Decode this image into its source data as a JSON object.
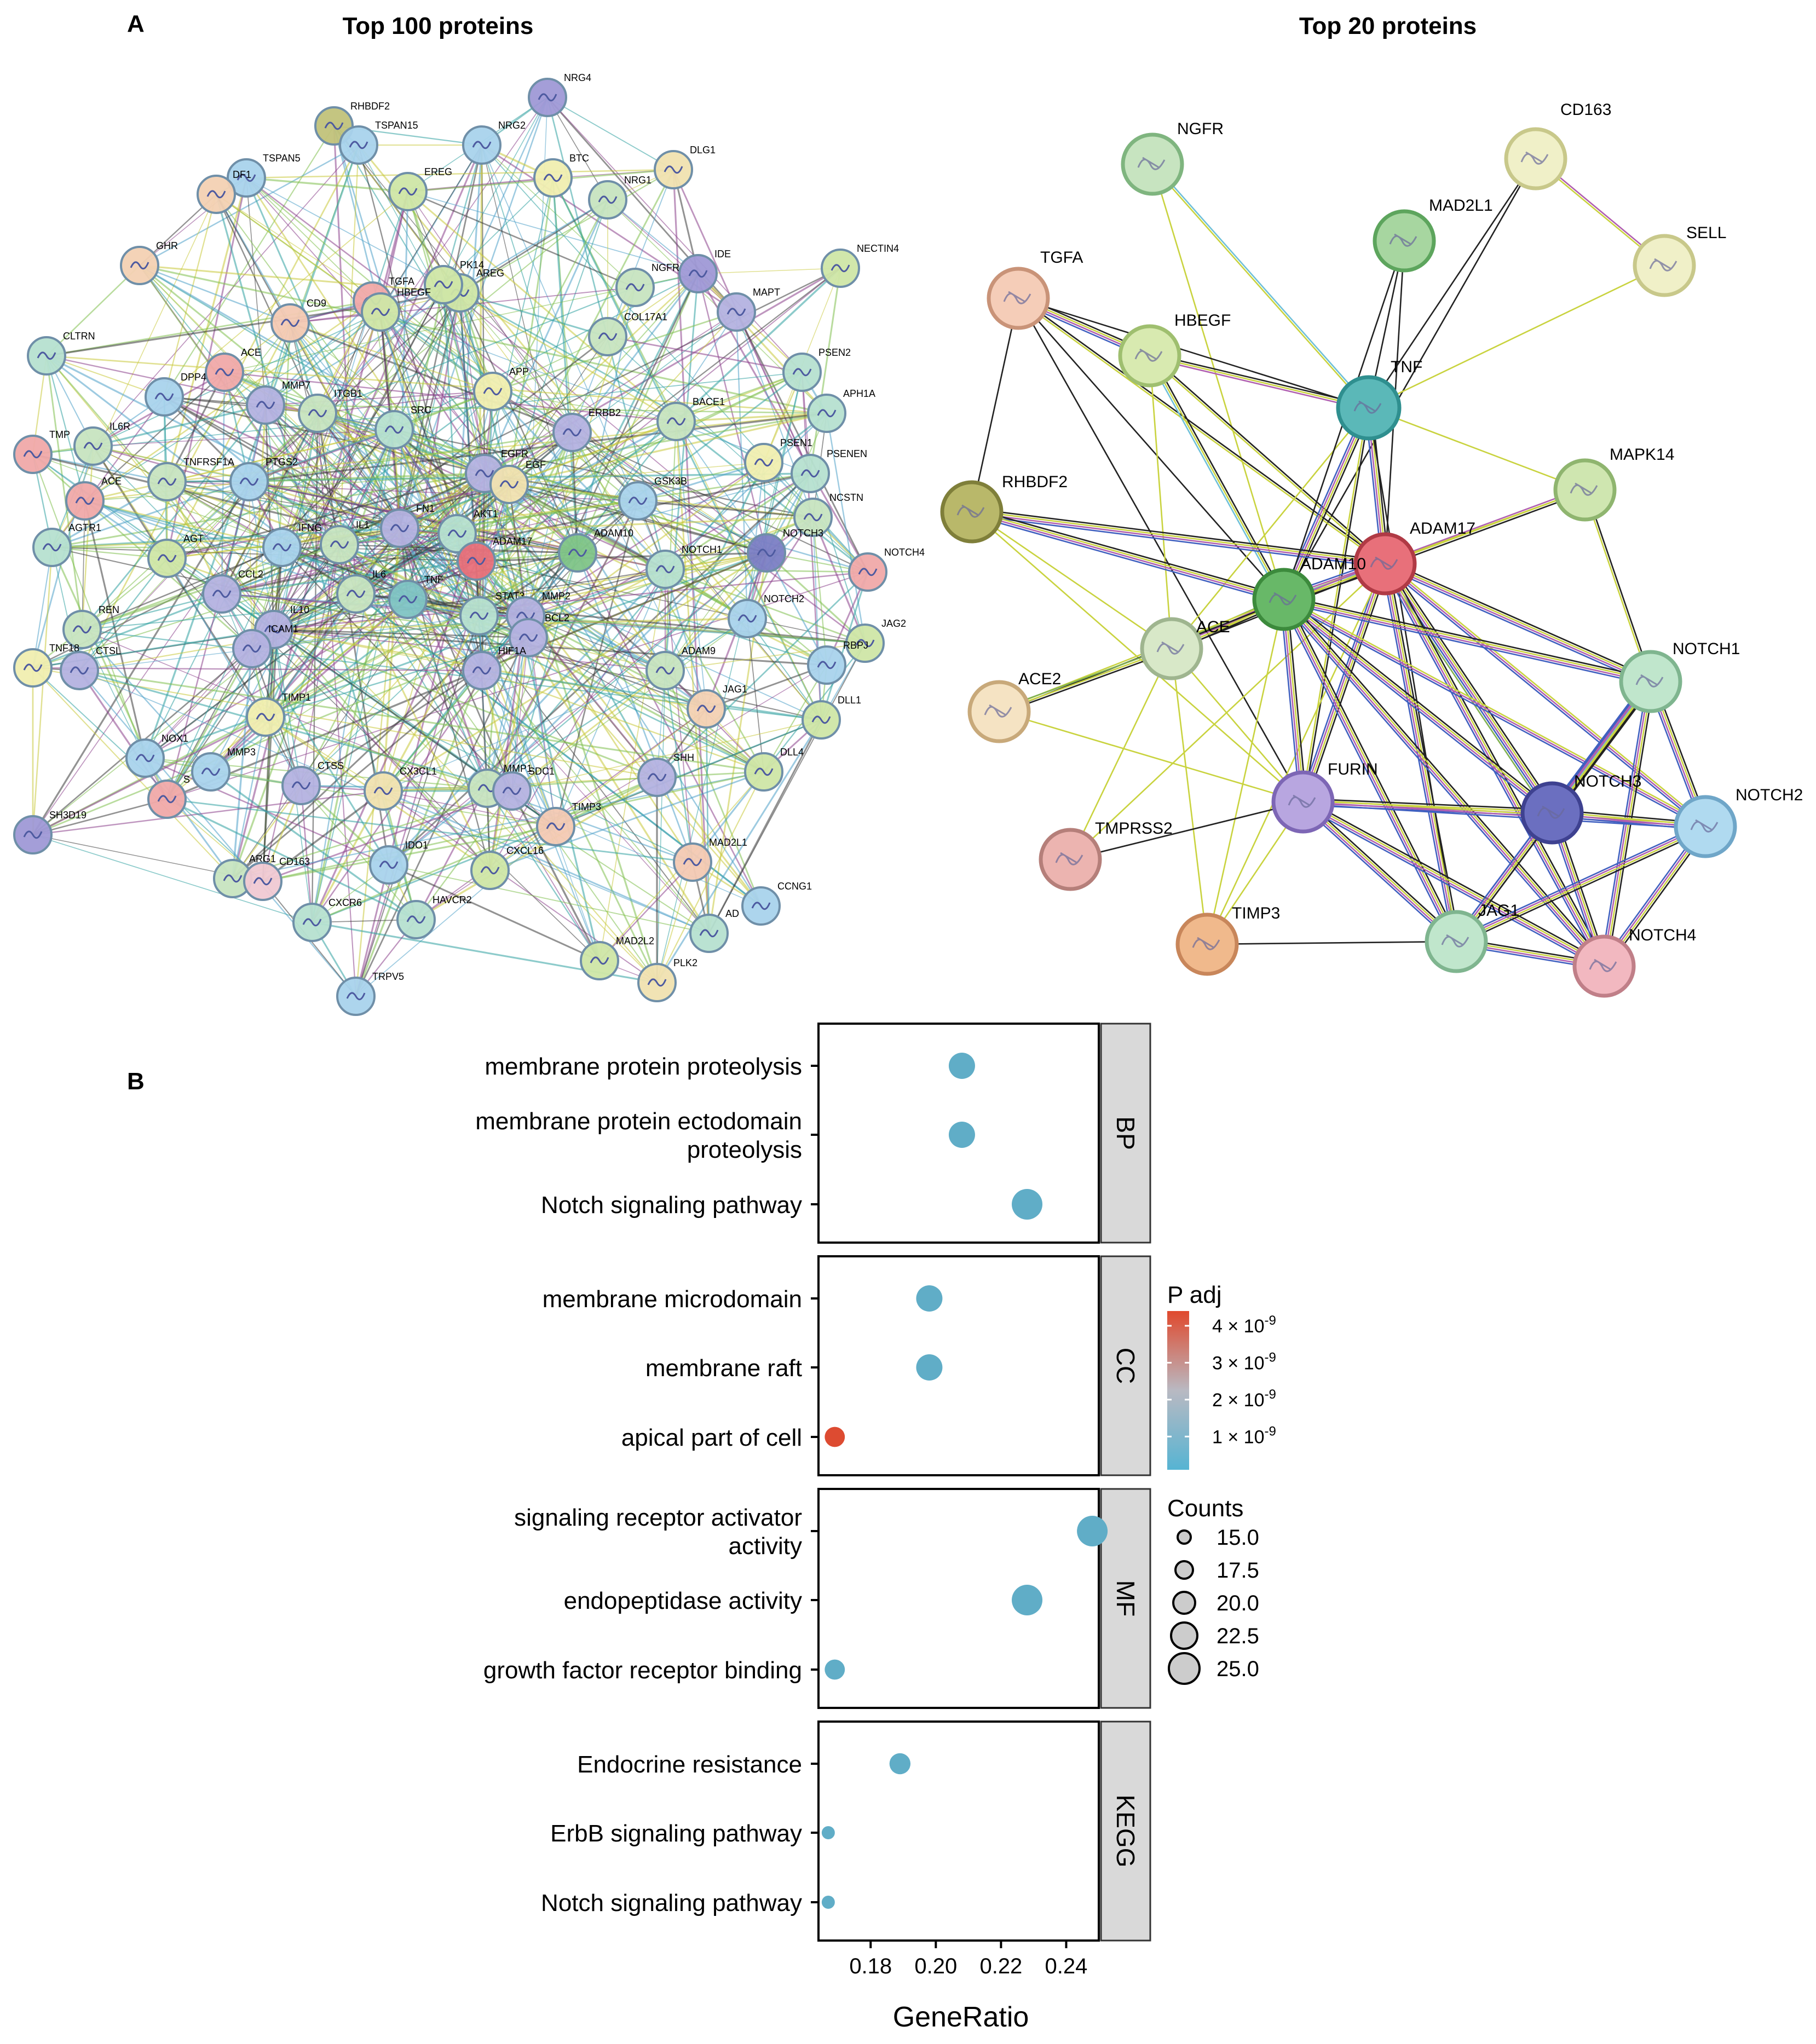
{
  "panel_a": {
    "label": "A",
    "left_title": "Top 100 proteins",
    "right_title": "Top 20 proteins",
    "left_network": {
      "nodes": [
        {
          "label": "NRG4",
          "color": "#9f99d6"
        },
        {
          "label": "RHBDF2",
          "color": "#c1c27a"
        },
        {
          "label": "TSPAN15",
          "color": "#a9d3ec"
        },
        {
          "label": "NRG2",
          "color": "#a9d3ec"
        },
        {
          "label": "TSPAN5",
          "color": "#a9d3ec"
        },
        {
          "label": "DF1",
          "color": "#f3d1b3"
        },
        {
          "label": "BTC",
          "color": "#f0eeb0"
        },
        {
          "label": "DLG1",
          "color": "#f0e2b0"
        },
        {
          "label": "EREG",
          "color": "#cfe6a6"
        },
        {
          "label": "NRG1",
          "color": "#c7e4c0"
        },
        {
          "label": "GHR",
          "color": "#f3d1b3"
        },
        {
          "label": "IDE",
          "color": "#9f99d6"
        },
        {
          "label": "NECTIN4",
          "color": "#cfe6a6"
        },
        {
          "label": "TGFA",
          "color": "#f0a9a9"
        },
        {
          "label": "AREG",
          "color": "#cfe6a6"
        },
        {
          "label": "PK14",
          "color": "#cfe6a6"
        },
        {
          "label": "NGFR",
          "color": "#c7e4c0"
        },
        {
          "label": "MAPT",
          "color": "#b4b2e0"
        },
        {
          "label": "CD9",
          "color": "#f3c9b3"
        },
        {
          "label": "HBEGF",
          "color": "#cfe6a6"
        },
        {
          "label": "COL17A1",
          "color": "#c7e4c0"
        },
        {
          "label": "CLTRN",
          "color": "#b6e0d0"
        },
        {
          "label": "ACE",
          "color": "#f0a9a9"
        },
        {
          "label": "PSEN2",
          "color": "#b6e0d0"
        },
        {
          "label": "DPP4",
          "color": "#a9d3ec"
        },
        {
          "label": "MMP7",
          "color": "#b4b2e0"
        },
        {
          "label": "ITGB1",
          "color": "#c7e4c0"
        },
        {
          "label": "APP",
          "color": "#f0eeb0"
        },
        {
          "label": "APH1A",
          "color": "#b6e0d0"
        },
        {
          "label": "TMP",
          "color": "#f0a9a9"
        },
        {
          "label": "IL6R",
          "color": "#c7e4c0"
        },
        {
          "label": "SRC",
          "color": "#b6e0d0"
        },
        {
          "label": "ERBB2",
          "color": "#b4b2e0"
        },
        {
          "label": "BACE1",
          "color": "#c7e4c0"
        },
        {
          "label": "TNFRSF1A",
          "color": "#c7e4c0"
        },
        {
          "label": "PTGS2",
          "color": "#a9d3ec"
        },
        {
          "label": "EGFR",
          "color": "#b4b2e0"
        },
        {
          "label": "PSEN1",
          "color": "#f0eeb0"
        },
        {
          "label": "PSENEN",
          "color": "#b6e0d0"
        },
        {
          "label": "ACE",
          "color": "#f0a9a9"
        },
        {
          "label": "EGF",
          "color": "#f0e2b0"
        },
        {
          "label": "GSK3B",
          "color": "#a9d3ec"
        },
        {
          "label": "AGTR1",
          "color": "#b6e0d0"
        },
        {
          "label": "AGT",
          "color": "#cfe6a6"
        },
        {
          "label": "FN1",
          "color": "#b4b2e0"
        },
        {
          "label": "AKT1",
          "color": "#b6e0d0"
        },
        {
          "label": "NCSTN",
          "color": "#c7e4c0"
        },
        {
          "label": "IFNG",
          "color": "#a9d3ec"
        },
        {
          "label": "IL1",
          "color": "#c7e4c0"
        },
        {
          "label": "ADAM17",
          "color": "#e8707a"
        },
        {
          "label": "ADAM10",
          "color": "#7fc488"
        },
        {
          "label": "NOTCH1",
          "color": "#b6e0d0"
        },
        {
          "label": "NOTCH3",
          "color": "#7b7ec4"
        },
        {
          "label": "NOTCH4",
          "color": "#f0a9a9"
        },
        {
          "label": "CCL2",
          "color": "#b4b2e0"
        },
        {
          "label": "IL6",
          "color": "#c7e4c0"
        },
        {
          "label": "TNF",
          "color": "#7fc4c4"
        },
        {
          "label": "REN",
          "color": "#c7e4c0"
        },
        {
          "label": "IL10",
          "color": "#b4b2e0"
        },
        {
          "label": "STAT3",
          "color": "#b6e0d0"
        },
        {
          "label": "MMP2",
          "color": "#b4b2e0"
        },
        {
          "label": "BCL2",
          "color": "#b4b2e0"
        },
        {
          "label": "NOTCH2",
          "color": "#a9d3ec"
        },
        {
          "label": "JAG2",
          "color": "#cfe6a6"
        },
        {
          "label": "ICAM1",
          "color": "#b4b2e0"
        },
        {
          "label": "RBPJ",
          "color": "#a9d3ec"
        },
        {
          "label": "TNF18",
          "color": "#f0eeb0"
        },
        {
          "label": "CTSL",
          "color": "#b4b2e0"
        },
        {
          "label": "HIF1A",
          "color": "#b4b2e0"
        },
        {
          "label": "ADAM9",
          "color": "#c7e4c0"
        },
        {
          "label": "TIMP1",
          "color": "#f0eeb0"
        },
        {
          "label": "JAG1",
          "color": "#f3d1b3"
        },
        {
          "label": "DLL1",
          "color": "#cfe6a6"
        },
        {
          "label": "NOX1",
          "color": "#a9d3ec"
        },
        {
          "label": "MMP3",
          "color": "#a9d3ec"
        },
        {
          "label": "CTSS",
          "color": "#b4b2e0"
        },
        {
          "label": "CX3CL1",
          "color": "#f0e2b0"
        },
        {
          "label": "MMP1",
          "color": "#c7e4c0"
        },
        {
          "label": "SDC1",
          "color": "#b4b2e0"
        },
        {
          "label": "SHH",
          "color": "#b4b2e0"
        },
        {
          "label": "DLL4",
          "color": "#cfe6a6"
        },
        {
          "label": "S",
          "color": "#f0a9a9"
        },
        {
          "label": "TIMP3",
          "color": "#f3c9b3"
        },
        {
          "label": "SH3D19",
          "color": "#9f99d6"
        },
        {
          "label": "MAD2L1",
          "color": "#f3c9b3"
        },
        {
          "label": "ARG1",
          "color": "#c7e4c0"
        },
        {
          "label": "CD163",
          "color": "#f0c9d3"
        },
        {
          "label": "IDO1",
          "color": "#a9d3ec"
        },
        {
          "label": "CXCL16",
          "color": "#cfe6a6"
        },
        {
          "label": "CCNG1",
          "color": "#a9d3ec"
        },
        {
          "label": "AD",
          "color": "#b6e0d0"
        },
        {
          "label": "CXCR6",
          "color": "#b6e0d0"
        },
        {
          "label": "HAVCR2",
          "color": "#b6e0d0"
        },
        {
          "label": "MAD2L2",
          "color": "#cfe6a6"
        },
        {
          "label": "PLK2",
          "color": "#f0e2b0"
        },
        {
          "label": "TRPV5",
          "color": "#a9d3ec"
        }
      ]
    },
    "right_network": {
      "nodes": [
        {
          "label": "NGFR",
          "color": "#c7e4c0",
          "stroke": "#7fb57f"
        },
        {
          "label": "CD163",
          "color": "#f0f0c8",
          "stroke": "#c8c88a"
        },
        {
          "label": "MAD2L1",
          "color": "#a7d6a0",
          "stroke": "#5da55d"
        },
        {
          "label": "SELL",
          "color": "#f0f0c8",
          "stroke": "#c8c88a"
        },
        {
          "label": "TGFA",
          "color": "#f5cdb8",
          "stroke": "#c99378"
        },
        {
          "label": "HBEGF",
          "color": "#d8eab0",
          "stroke": "#9fbf6f"
        },
        {
          "label": "TNF",
          "color": "#5bb8b8",
          "stroke": "#2f8f8f"
        },
        {
          "label": "MAPK14",
          "color": "#cfe6b0",
          "stroke": "#8fb56f"
        },
        {
          "label": "RHBDF2",
          "color": "#b9b86a",
          "stroke": "#7f7f3a"
        },
        {
          "label": "ADAM17",
          "color": "#e8707a",
          "stroke": "#b03a45"
        },
        {
          "label": "ADAM10",
          "color": "#68b868",
          "stroke": "#3c8a3c"
        },
        {
          "label": "ACE",
          "color": "#d8e8c8",
          "stroke": "#9fb58f"
        },
        {
          "label": "NOTCH1",
          "color": "#c0e6cc",
          "stroke": "#7fb58f"
        },
        {
          "label": "ACE2",
          "color": "#f5e3c3",
          "stroke": "#c8a97a"
        },
        {
          "label": "FURIN",
          "color": "#b8a6e0",
          "stroke": "#7d66b5"
        },
        {
          "label": "NOTCH3",
          "color": "#6b6fc0",
          "stroke": "#3e4190"
        },
        {
          "label": "NOTCH2",
          "color": "#b0daf0",
          "stroke": "#6fa6c8"
        },
        {
          "label": "TMPRSS2",
          "color": "#ecb4b0",
          "stroke": "#b57f7a"
        },
        {
          "label": "TIMP3",
          "color": "#f0b98c",
          "stroke": "#c8865a"
        },
        {
          "label": "JAG1",
          "color": "#c0e6cc",
          "stroke": "#7fb58f"
        },
        {
          "label": "NOTCH4",
          "color": "#f2b8c0",
          "stroke": "#c07f88"
        }
      ],
      "edge_colors": [
        "#222222",
        "#c9d33f",
        "#6fc0d8",
        "#b05fb0",
        "#4060c0",
        "#7fb04f"
      ]
    }
  },
  "panel_b": {
    "label": "B",
    "chart_data": {
      "type": "scatter",
      "xlabel": "GeneRatio",
      "xlim": [
        0.164,
        0.25
      ],
      "xticks": [
        0.18,
        0.2,
        0.22,
        0.24
      ],
      "xtick_labels": [
        "0.18",
        "0.20",
        "0.22",
        "0.24"
      ],
      "facets": [
        {
          "name": "BP",
          "points": [
            {
              "term": [
                "membrane protein proteolysis"
              ],
              "x": 0.208,
              "count": 22.5,
              "padj": 4e-10
            },
            {
              "term": [
                "membrane protein ectodomain",
                "proteolysis"
              ],
              "x": 0.208,
              "count": 22.5,
              "padj": 4e-10
            },
            {
              "term": [
                "Notch signaling pathway"
              ],
              "x": 0.228,
              "count": 25.0,
              "padj": 4e-10
            }
          ]
        },
        {
          "name": "CC",
          "points": [
            {
              "term": [
                "membrane microdomain"
              ],
              "x": 0.198,
              "count": 22.5,
              "padj": 4e-10
            },
            {
              "term": [
                "membrane raft"
              ],
              "x": 0.198,
              "count": 22.5,
              "padj": 4e-10
            },
            {
              "term": [
                "apical part of cell"
              ],
              "x": 0.169,
              "count": 19.0,
              "padj": 4.3e-09
            }
          ]
        },
        {
          "name": "MF",
          "points": [
            {
              "term": [
                "signaling receptor activator",
                "activity"
              ],
              "x": 0.248,
              "count": 25.0,
              "padj": 4e-10
            },
            {
              "term": [
                "endopeptidase activity"
              ],
              "x": 0.228,
              "count": 25.0,
              "padj": 4e-10
            },
            {
              "term": [
                "growth factor receptor binding"
              ],
              "x": 0.169,
              "count": 19.0,
              "padj": 4e-10
            }
          ]
        },
        {
          "name": "KEGG",
          "points": [
            {
              "term": [
                "Endocrine resistance"
              ],
              "x": 0.189,
              "count": 19.5,
              "padj": 4e-10
            },
            {
              "term": [
                "ErbB signaling pathway"
              ],
              "x": 0.167,
              "count": 15.0,
              "padj": 4e-10
            },
            {
              "term": [
                "Notch signaling pathway"
              ],
              "x": 0.167,
              "count": 15.0,
              "padj": 4e-10
            }
          ]
        }
      ],
      "color_legend": {
        "title": "P adj",
        "low_color": "#56b4d3",
        "high_color": "#e0492d",
        "range": [
          1e-10,
          4.4e-09
        ],
        "ticks": [
          {
            "value": 4e-09,
            "label": "4 × 10",
            "exp": "-9"
          },
          {
            "value": 3e-09,
            "label": "3 × 10",
            "exp": "-9"
          },
          {
            "value": 2e-09,
            "label": "2 × 10",
            "exp": "-9"
          },
          {
            "value": 1e-09,
            "label": "1 × 10",
            "exp": "-9"
          }
        ]
      },
      "size_legend": {
        "title": "Counts",
        "values": [
          "15.0",
          "17.5",
          "20.0",
          "22.5",
          "25.0"
        ]
      }
    }
  }
}
